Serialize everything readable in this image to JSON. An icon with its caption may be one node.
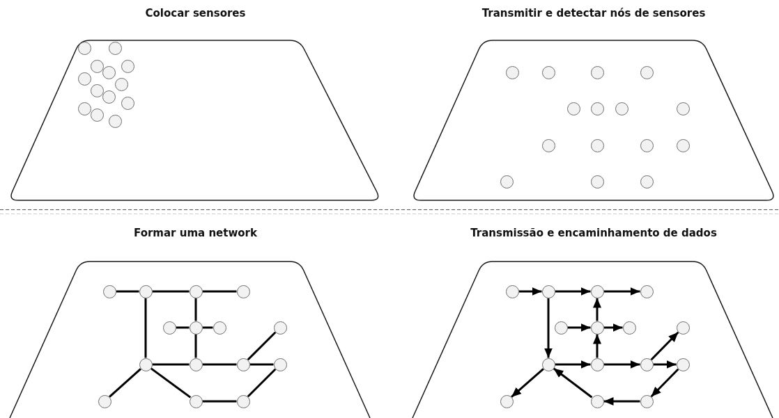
{
  "diagram": {
    "nodes": [
      {
        "text": [
          "Colocar sensores"
        ]
      },
      {
        "text": [],
        "shape": "circle",
        "in": 0
      },
      {
        "text": [],
        "shape": "circle",
        "in": 0
      },
      {
        "text": [],
        "shape": "circle",
        "in": 0
      },
      {
        "text": [],
        "shape": "circle",
        "in": 0
      },
      {
        "text": [],
        "shape": "circle",
        "in": 0
      },
      {
        "text": [],
        "shape": "circle",
        "in": 0
      },
      {
        "text": [],
        "shape": "circle",
        "in": 0
      },
      {
        "text": [],
        "shape": "circle",
        "in": 0
      },
      {
        "text": [],
        "shape": "circle",
        "in": 0
      },
      {
        "text": [],
        "shape": "circle",
        "in": 0
      },
      {
        "text": [],
        "shape": "circle",
        "in": 0
      },
      {
        "text": [],
        "shape": "circle",
        "in": 0
      },
      {
        "text": [],
        "shape": "circle",
        "in": 0
      },
      {
        "text": [
          "Transmitir e detectar nós de sensores"
        ]
      },
      {
        "text": [],
        "shape": "circle",
        "in": 14
      },
      {
        "text": [],
        "shape": "circle",
        "in": 14
      },
      {
        "text": [],
        "shape": "circle",
        "in": 14
      },
      {
        "text": [],
        "shape": "circle",
        "in": 14
      },
      {
        "text": [],
        "shape": "circle",
        "in": 14
      },
      {
        "text": [],
        "shape": "circle",
        "in": 14
      },
      {
        "text": [],
        "shape": "circle",
        "in": 14
      },
      {
        "text": [],
        "shape": "circle",
        "in": 14
      },
      {
        "text": [],
        "shape": "circle",
        "in": 14
      },
      {
        "text": [],
        "shape": "circle",
        "in": 14
      },
      {
        "text": [],
        "shape": "circle",
        "in": 14
      },
      {
        "text": [],
        "shape": "circle",
        "in": 14
      },
      {
        "text": [],
        "shape": "circle",
        "in": 14
      },
      {
        "text": [],
        "shape": "circle",
        "in": 14
      },
      {
        "text": [],
        "shape": "circle",
        "in": 14
      },
      {
        "text": [
          "Formar uma network"
        ]
      },
      {
        "text": [],
        "shape": "circle",
        "in": 30
      },
      {
        "text": [],
        "shape": "circle",
        "in": 30
      },
      {
        "text": [],
        "shape": "circle",
        "in": 30
      },
      {
        "text": [],
        "shape": "circle",
        "in": 30
      },
      {
        "text": [],
        "shape": "circle",
        "in": 30
      },
      {
        "text": [],
        "shape": "circle",
        "in": 30
      },
      {
        "text": [],
        "shape": "circle",
        "in": 30
      },
      {
        "text": [],
        "shape": "circle",
        "in": 30
      },
      {
        "text": [],
        "shape": "circle",
        "in": 30
      },
      {
        "text": [],
        "shape": "circle",
        "in": 30
      },
      {
        "text": [],
        "shape": "circle",
        "in": 30
      },
      {
        "text": [],
        "shape": "circle",
        "in": 30
      },
      {
        "text": [],
        "shape": "circle",
        "in": 30
      },
      {
        "text": [],
        "shape": "circle",
        "in": 30
      },
      {
        "text": [],
        "shape": "circle",
        "in": 30
      },
      {
        "text": [
          "Transmissão e encaminhamento de dados"
        ]
      },
      {
        "text": [],
        "shape": "circle",
        "in": 46
      },
      {
        "text": [],
        "shape": "circle",
        "in": 46
      },
      {
        "text": [],
        "shape": "circle",
        "in": 46
      },
      {
        "text": [],
        "shape": "circle",
        "in": 46
      },
      {
        "text": [],
        "shape": "circle",
        "in": 46
      },
      {
        "text": [],
        "shape": "circle",
        "in": 46
      },
      {
        "text": [],
        "shape": "circle",
        "in": 46
      },
      {
        "text": [],
        "shape": "circle",
        "in": 46
      },
      {
        "text": [],
        "shape": "circle",
        "in": 46
      },
      {
        "text": [],
        "shape": "circle",
        "in": 46
      },
      {
        "text": [],
        "shape": "circle",
        "in": 46
      },
      {
        "text": [],
        "shape": "circle",
        "in": 46
      },
      {
        "text": [],
        "shape": "circle",
        "in": 46
      },
      {
        "text": [],
        "shape": "circle",
        "in": 46
      },
      {
        "text": [],
        "shape": "circle",
        "in": 46
      }
    ],
    "edges": [
      {
        "from": 31,
        "to": 32,
        "arrow": "none"
      },
      {
        "from": 32,
        "to": 33,
        "arrow": "none"
      },
      {
        "from": 33,
        "to": 34,
        "arrow": "none"
      },
      {
        "from": 32,
        "to": 39,
        "arrow": "none"
      },
      {
        "from": 33,
        "to": 36,
        "arrow": "none"
      },
      {
        "from": 35,
        "to": 36,
        "arrow": "none"
      },
      {
        "from": 36,
        "to": 37,
        "arrow": "none"
      },
      {
        "from": 36,
        "to": 40,
        "arrow": "none"
      },
      {
        "from": 39,
        "to": 40,
        "arrow": "none"
      },
      {
        "from": 40,
        "to": 41,
        "arrow": "none"
      },
      {
        "from": 41,
        "to": 42,
        "arrow": "none"
      },
      {
        "from": 41,
        "to": 38,
        "arrow": "none"
      },
      {
        "from": 39,
        "to": 43,
        "arrow": "none"
      },
      {
        "from": 39,
        "to": 44,
        "arrow": "none"
      },
      {
        "from": 44,
        "to": 45,
        "arrow": "none"
      },
      {
        "from": 45,
        "to": 42,
        "arrow": "none"
      },
      {
        "from": 47,
        "to": 48,
        "arrow": "to"
      },
      {
        "from": 48,
        "to": 49,
        "arrow": "to"
      },
      {
        "from": 49,
        "to": 50,
        "arrow": "to"
      },
      {
        "from": 48,
        "to": 55,
        "arrow": "to"
      },
      {
        "from": 52,
        "to": 49,
        "arrow": "to"
      },
      {
        "from": 51,
        "to": 52,
        "arrow": "to"
      },
      {
        "from": 52,
        "to": 53,
        "arrow": "to"
      },
      {
        "from": 56,
        "to": 52,
        "arrow": "to"
      },
      {
        "from": 55,
        "to": 56,
        "arrow": "to"
      },
      {
        "from": 56,
        "to": 57,
        "arrow": "to"
      },
      {
        "from": 57,
        "to": 58,
        "arrow": "to"
      },
      {
        "from": 57,
        "to": 54,
        "arrow": "to"
      },
      {
        "from": 55,
        "to": 59,
        "arrow": "to"
      },
      {
        "from": 60,
        "to": 55,
        "arrow": "to"
      },
      {
        "from": 61,
        "to": 60,
        "arrow": "to"
      },
      {
        "from": 58,
        "to": 61,
        "arrow": "to"
      }
    ]
  }
}
